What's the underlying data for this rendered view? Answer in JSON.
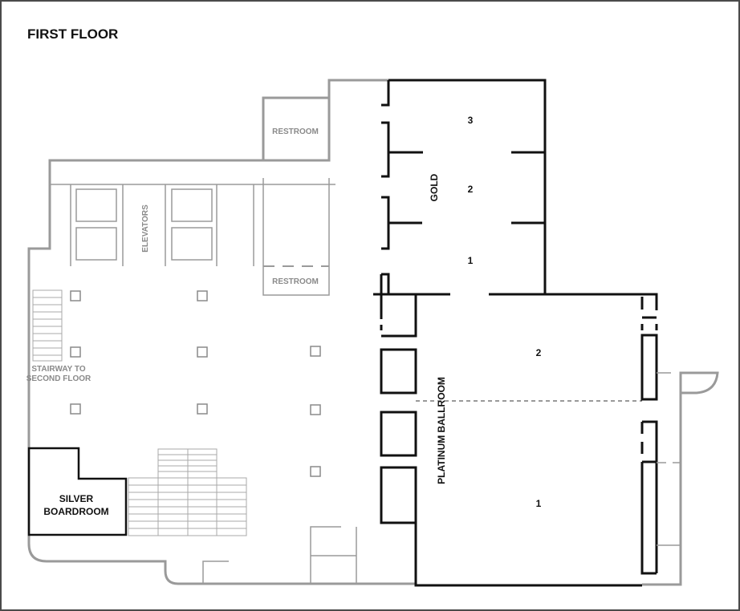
{
  "title": "FIRST FLOOR",
  "labels": {
    "restroom_upper": "RESTROOM",
    "restroom_lower": "RESTROOM",
    "elevators": "ELEVATORS",
    "stairway_line1": "STAIRWAY TO",
    "stairway_line2": "SECOND FLOOR",
    "silver_line1": "SILVER",
    "silver_line2": "BOARDROOM",
    "gold": "GOLD",
    "platinum": "PLATINUM BALLROOM"
  },
  "sections": {
    "gold": [
      "3",
      "2",
      "1"
    ],
    "platinum": [
      "2",
      "1"
    ]
  }
}
